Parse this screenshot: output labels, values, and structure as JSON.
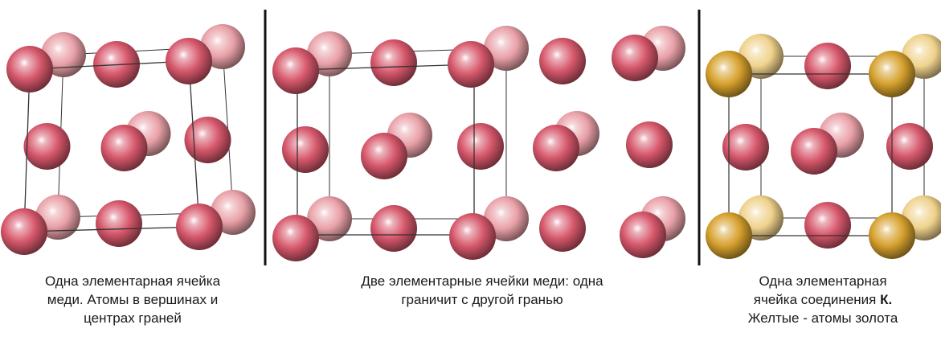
{
  "colors": {
    "copper_front": "#d6576b",
    "copper_back": "#e9a1a8",
    "gold_front": "#d6a12e",
    "gold_back": "#efd28c",
    "cell_edge": "#333333",
    "divider": "#111111"
  },
  "panels": [
    {
      "caption_line1": "Одна элементарная ячейка",
      "caption_line2": "меди. Атомы в вершинах и",
      "caption_line3": "центрах граней"
    },
    {
      "caption_line1": "Две элементарные ячейки меди: одна",
      "caption_line2": "граничит с другой гранью"
    },
    {
      "caption_line1": "Одна элементарная",
      "caption_line2_prefix": "ячейка соединения ",
      "caption_line2_bold": "К.",
      "caption_line3": "Желтые - атомы золота"
    }
  ]
}
